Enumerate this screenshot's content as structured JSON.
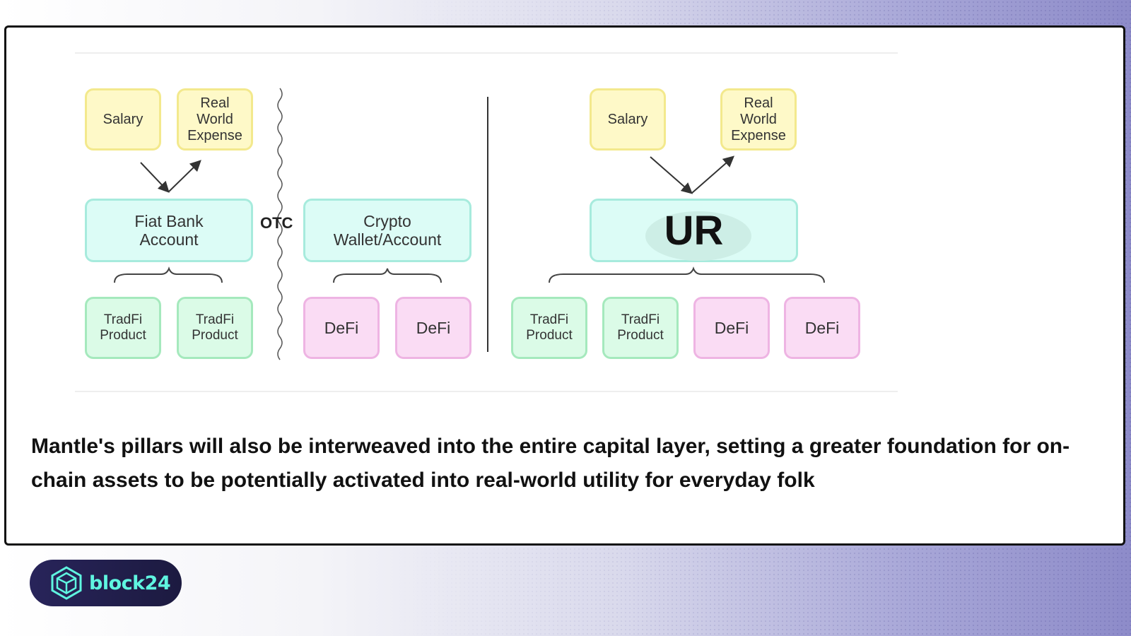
{
  "diagram": {
    "left": {
      "salary": "Salary",
      "expense": "Real\nWorld\nExpense",
      "fiat": "Fiat Bank\nAccount",
      "otc": "OTC",
      "crypto": "Crypto\nWallet/Account",
      "tradfi_1": "TradFi\nProduct",
      "tradfi_2": "TradFi\nProduct",
      "defi_1": "DeFi",
      "defi_2": "DeFi"
    },
    "right": {
      "salary": "Salary",
      "expense": "Real\nWorld\nExpense",
      "ur": "UR",
      "tradfi_1": "TradFi\nProduct",
      "tradfi_2": "TradFi\nProduct",
      "defi_1": "DeFi",
      "defi_2": "DeFi"
    }
  },
  "caption": "Mantle's pillars will also be interweaved into the entire capital layer, setting a greater foundation for on-chain assets to be potentially activated into real-world utility for everyday folk",
  "brand": {
    "name": "block24",
    "icon": "hexagon-cube-icon",
    "color": "#5ff5e0"
  }
}
